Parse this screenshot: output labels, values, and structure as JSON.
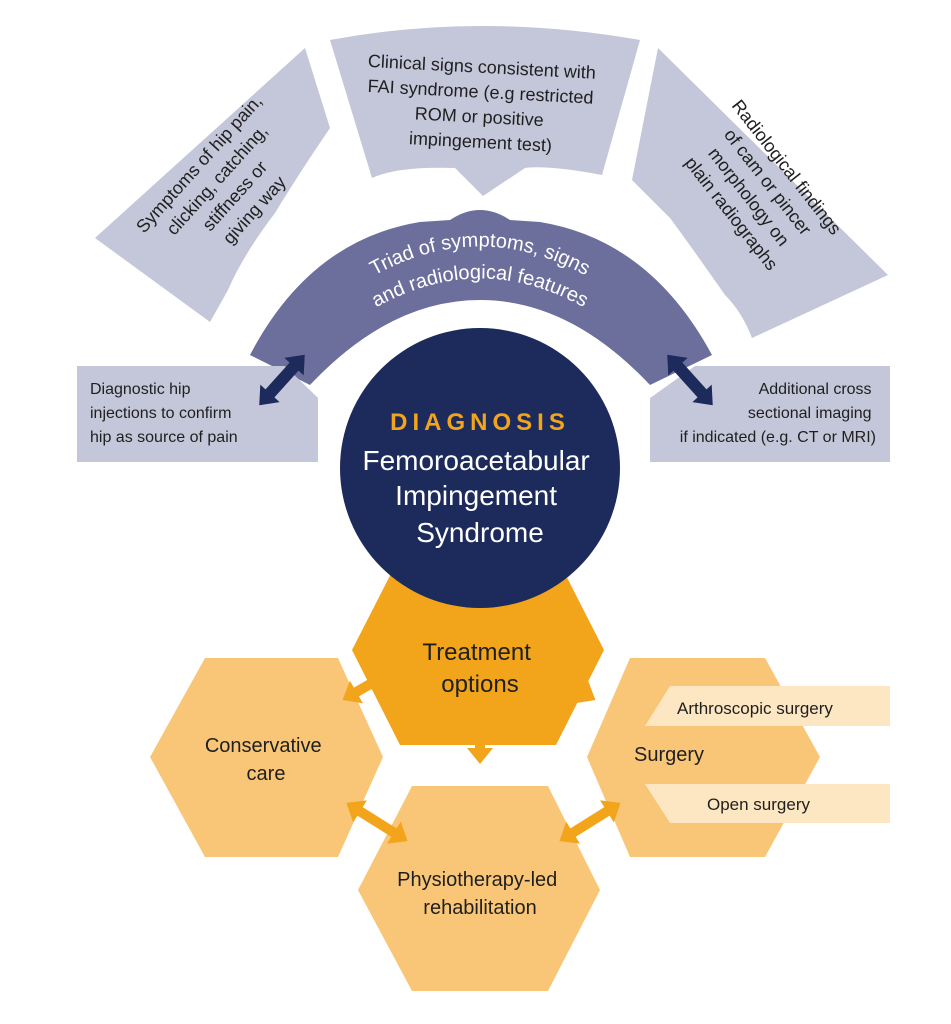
{
  "colors": {
    "outer_segment": "#c4c6d9",
    "triad_band": "#6c6e9c",
    "arrow_navy": "#1d2a5c",
    "circle_navy": "#1d2a5c",
    "diagnosis_label": "#f2a51a",
    "treatment_hex": "#f2a51a",
    "option_hex": "#f8c676",
    "sub_banner": "#fde6c2"
  },
  "outer_segments": {
    "left": {
      "lines": [
        "Symptoms of hip pain,",
        "clicking, catching,",
        "stiffness or",
        "giving way"
      ]
    },
    "top": {
      "lines": [
        "Clinical signs consistent with",
        "FAI syndrome (e.g restricted",
        "ROM or positive",
        "impingement test)"
      ]
    },
    "right": {
      "lines": [
        "Radiological findings",
        "of cam or pincer",
        "morphology on",
        "plain radiographs"
      ]
    }
  },
  "triad": {
    "line1": "Triad of symptoms, signs",
    "line2": "and radiological features"
  },
  "side_boxes": {
    "left": {
      "lines": [
        "Diagnostic hip",
        "injections to confirm",
        "hip as source of pain"
      ]
    },
    "right": {
      "lines": [
        "Additional cross",
        "sectional imaging",
        "if indicated (e.g. CT or MRI)"
      ]
    }
  },
  "diagnosis": {
    "label": "DIAGNOSIS",
    "lines": [
      "Femoroacetabular",
      "Impingement",
      "Syndrome"
    ]
  },
  "treatment": {
    "lines": [
      "Treatment",
      "options"
    ]
  },
  "options": {
    "conservative": {
      "lines": [
        "Conservative",
        "care"
      ]
    },
    "physio": {
      "lines": [
        "Physiotherapy-led",
        "rehabilitation"
      ]
    },
    "surgery": {
      "label": "Surgery",
      "sub": [
        "Arthroscopic surgery",
        "Open surgery"
      ]
    }
  }
}
